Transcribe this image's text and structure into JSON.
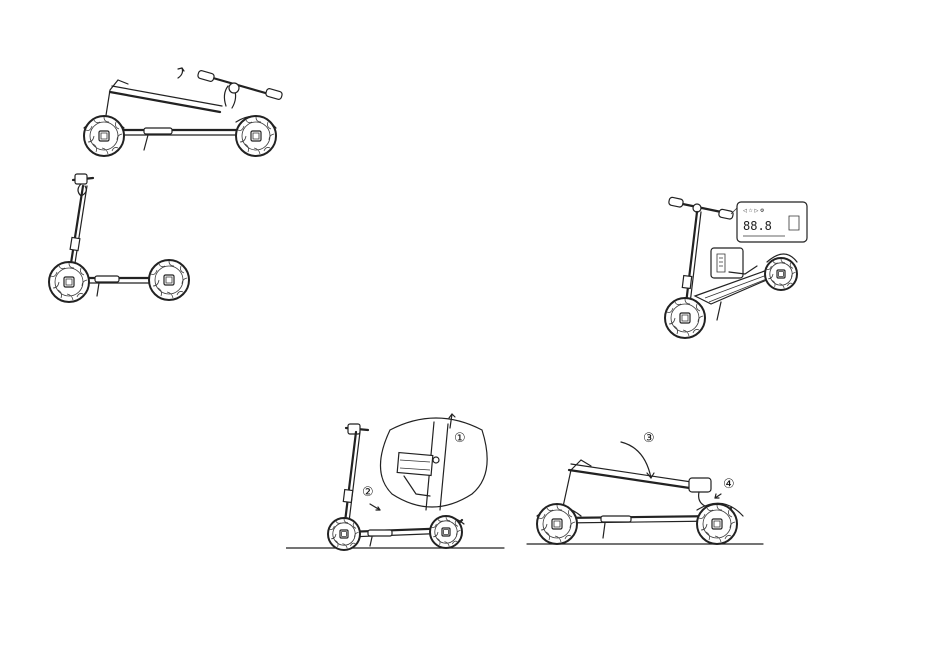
{
  "steps": {
    "step_1": "①",
    "step_2": "②",
    "step_3": "③",
    "step_4": "④"
  },
  "display": {
    "digits": "88.8"
  }
}
